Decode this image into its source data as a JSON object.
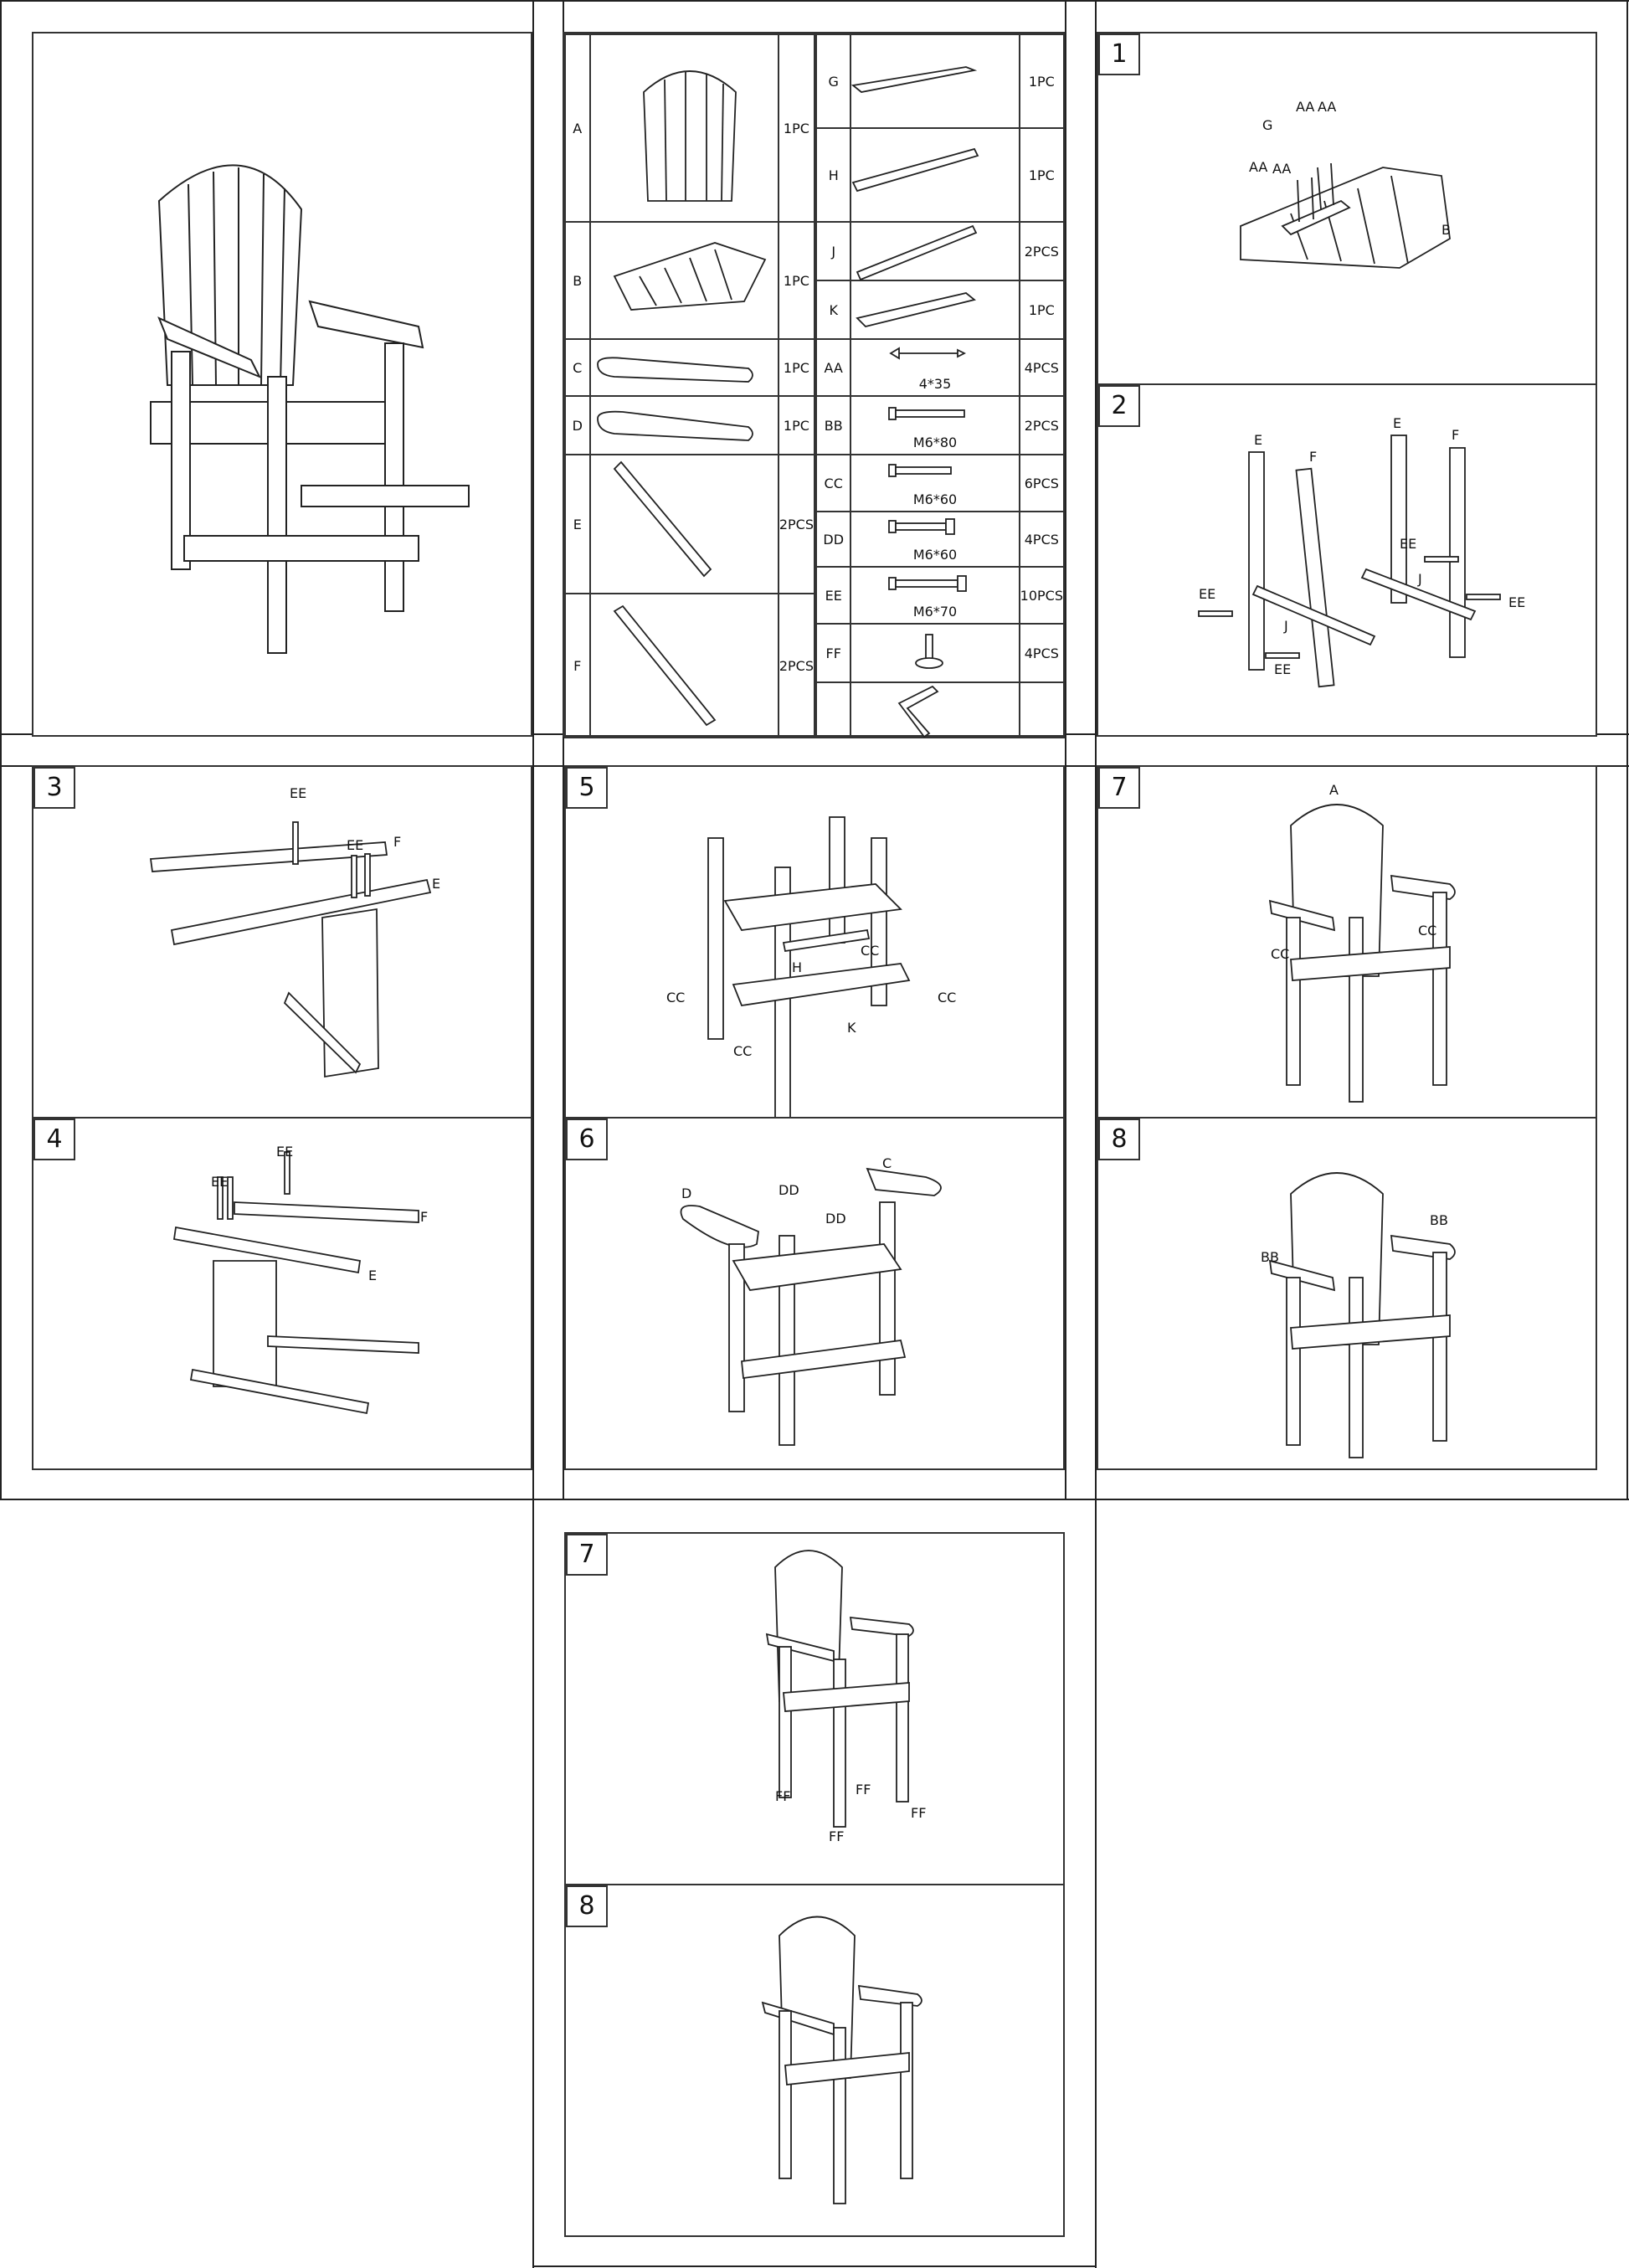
{
  "steps": {
    "s1": "1",
    "s2": "2",
    "s3": "3",
    "s4": "4",
    "s5": "5",
    "s6": "6",
    "s7a": "7",
    "s8a": "8",
    "s7b": "7",
    "s8b": "8"
  },
  "parts_left": [
    {
      "letter": "A",
      "qty": "1PC"
    },
    {
      "letter": "B",
      "qty": "1PC"
    },
    {
      "letter": "C",
      "qty": "1PC"
    },
    {
      "letter": "D",
      "qty": "1PC"
    },
    {
      "letter": "E",
      "qty": "2PCS"
    },
    {
      "letter": "F",
      "qty": "2PCS"
    }
  ],
  "parts_right": [
    {
      "letter": "G",
      "qty": "1PC",
      "spec": ""
    },
    {
      "letter": "H",
      "qty": "1PC",
      "spec": ""
    },
    {
      "letter": "J",
      "qty": "2PCS",
      "spec": ""
    },
    {
      "letter": "K",
      "qty": "1PC",
      "spec": ""
    },
    {
      "letter": "AA",
      "qty": "4PCS",
      "spec": "4*35"
    },
    {
      "letter": "BB",
      "qty": "2PCS",
      "spec": "M6*80"
    },
    {
      "letter": "CC",
      "qty": "6PCS",
      "spec": "M6*60"
    },
    {
      "letter": "DD",
      "qty": "4PCS",
      "spec": "M6*60"
    },
    {
      "letter": "EE",
      "qty": "10PCS",
      "spec": "M6*70"
    },
    {
      "letter": "FF",
      "qty": "4PCS",
      "spec": ""
    },
    {
      "letter": "",
      "qty": "",
      "spec": ""
    }
  ],
  "callouts": {
    "s1": [
      "G",
      "AA",
      "AA",
      "AA",
      "AA",
      "B"
    ],
    "s2": [
      "E",
      "F",
      "E",
      "F",
      "EE",
      "EE",
      "EE",
      "EE",
      "J",
      "J"
    ],
    "s3": [
      "EE",
      "EE",
      "F",
      "E"
    ],
    "s4": [
      "EE",
      "EE",
      "F",
      "E"
    ],
    "s5": [
      "CC",
      "CC",
      "CC",
      "CC",
      "H",
      "K"
    ],
    "s6": [
      "C",
      "D",
      "DD",
      "DD"
    ],
    "s7a": [
      "A",
      "CC",
      "CC"
    ],
    "s8a": [
      "BB",
      "BB"
    ],
    "s7b": [
      "FF",
      "FF",
      "FF",
      "FF"
    ]
  },
  "icons": [
    "chair-illustration",
    "bolt-icon",
    "screw-icon",
    "hex-key-icon",
    "foot-pad-icon"
  ]
}
